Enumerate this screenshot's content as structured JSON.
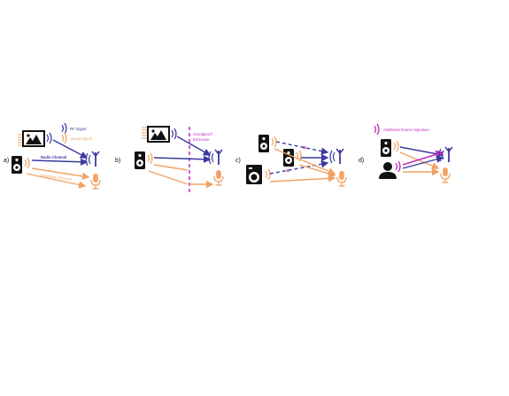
{
  "colors": {
    "rf": "#3a3aa0",
    "sound": "#f0a264",
    "accent": "#c02cc0",
    "cross": "#c02cc0",
    "black": "#111111"
  },
  "panels": {
    "a": {
      "label": "a)",
      "legend_rf": "RF Signal",
      "legend_sound": "Sound Signal",
      "radio_channel": "Radio Channel",
      "mechanic_channel": "Mechanic Channel"
    },
    "b": {
      "label": "b)",
      "enclosure_line1": "Soundproof",
      "enclosure_line2": "Enclosure"
    },
    "c": {
      "label": "c)"
    },
    "d": {
      "label": "d)",
      "legend_additional": ": Additional Source Signature"
    }
  },
  "icons": {
    "tv": "tv-image-icon",
    "speaker": "speaker-icon",
    "washer": "washing-machine-icon",
    "person": "person-icon",
    "antenna": "antenna-icon",
    "microphone": "microphone-icon"
  }
}
